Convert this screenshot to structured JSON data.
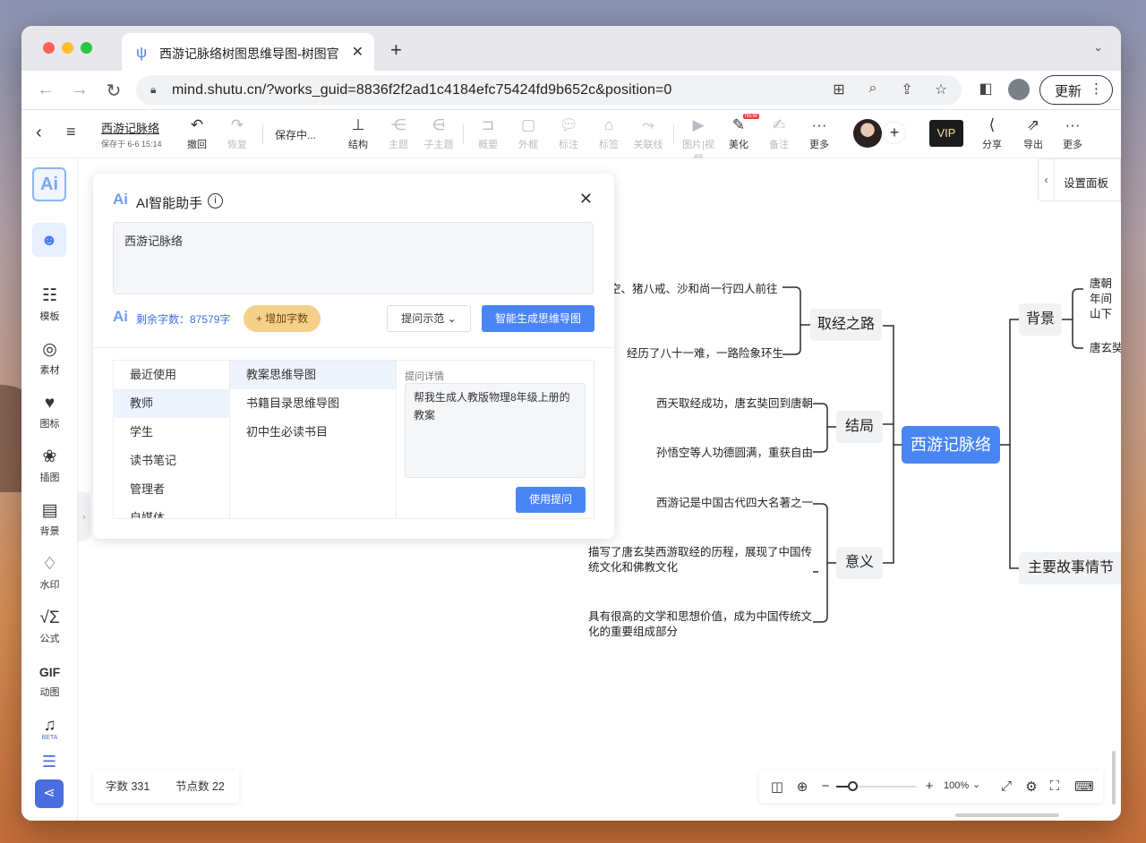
{
  "browser": {
    "tab_title": "西游记脉络树图思维导图-树图官",
    "url": "mind.shutu.cn/?works_guid=8836f2f2ad1c4184efc75424fd9b652c&position=0",
    "update_label": "更新"
  },
  "toolbar": {
    "doc_title": "西游记脉络",
    "saved_time": "保存于 6-6 15:14",
    "undo": "撤回",
    "redo": "恢复",
    "saving": "保存中...",
    "structure": "结构",
    "topic": "主题",
    "subtopic": "子主题",
    "summary": "概要",
    "frame": "外框",
    "note": "标注",
    "tag": "标签",
    "relation": "关联线",
    "media": "图片|视频",
    "beautify": "美化",
    "new_badge": "NEW",
    "remark": "备注",
    "more1": "更多",
    "vip": "VIP",
    "share": "分享",
    "export": "导出",
    "more2": "更多"
  },
  "sidebar": {
    "items": [
      "模板",
      "素材",
      "图标",
      "插图",
      "背景",
      "水印",
      "公式",
      "动图",
      "BETA"
    ],
    "gif_label": "GIF"
  },
  "ai_panel": {
    "title": "AI智能助手",
    "input_value": "西游记脉络",
    "remaining_label": "剩余字数：87579字",
    "add_words": "+ 增加字数",
    "examples": "提问示范",
    "generate": "智能生成思维导图",
    "categories": [
      "最近使用",
      "教师",
      "学生",
      "读书笔记",
      "管理者",
      "自媒体"
    ],
    "selected_category": 1,
    "templates": [
      "教案思维导图",
      "书籍目录思维导图",
      "初中生必读书目"
    ],
    "selected_template": 0,
    "detail_label": "提问详情",
    "detail_text": "帮我生成人教版物理8年级上册的教案",
    "use_button": "使用提问"
  },
  "mindmap": {
    "root": "西游记脉络",
    "left": [
      {
        "label": "取经之路",
        "children": [
          "孙悟空、猪八戒、沙和尚一行四人前往",
          "经历了八十一难，一路险象环生"
        ]
      },
      {
        "label": "结局",
        "children": [
          "西天取经成功，唐玄奘回到唐朝",
          "孙悟空等人功德圆满，重获自由"
        ]
      },
      {
        "label": "意义",
        "children": [
          "西游记是中国古代四大名著之一",
          "描写了唐玄奘西游取经的历程，展现了中国传统文化和佛教文化",
          "具有很高的文学和思想价值，成为中国传统文化的重要组成部分"
        ]
      }
    ],
    "right": [
      {
        "label": "背景",
        "children": [
          "唐朝年间山下",
          "唐玄奘"
        ]
      },
      {
        "label": "主要故事情节",
        "children": []
      }
    ]
  },
  "settings_panel": "设置面板",
  "stats": {
    "words": "字数 331",
    "nodes": "节点数 22"
  },
  "zoom": {
    "level_label": "100%",
    "level": 1.0
  }
}
